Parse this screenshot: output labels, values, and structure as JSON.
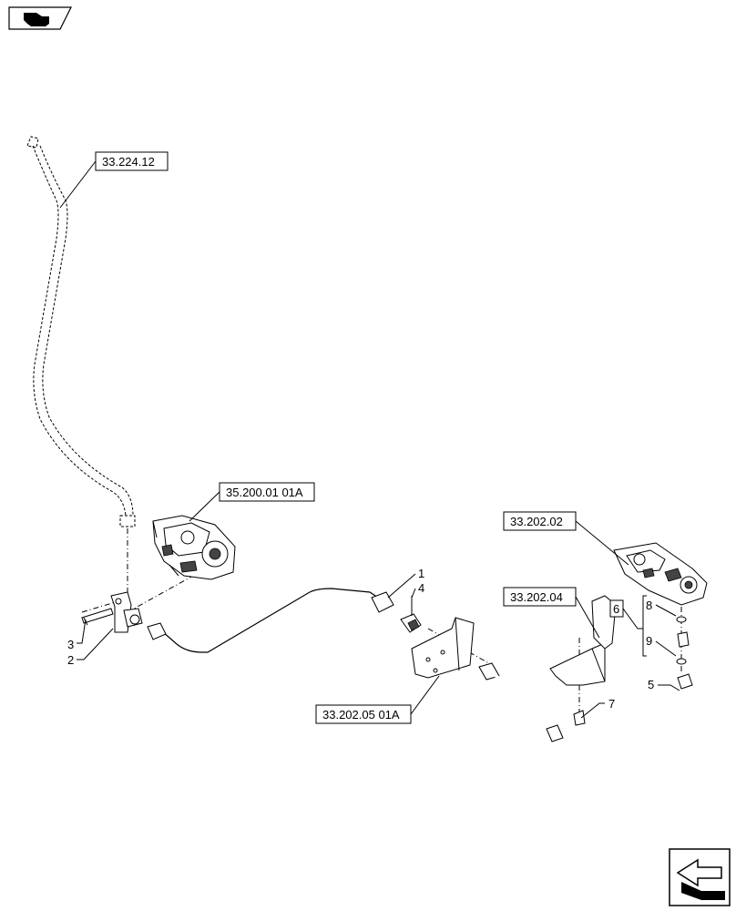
{
  "references": {
    "r1": "33.224.12",
    "r2": "35.200.01 01A",
    "r3": "33.202.02",
    "r4": "33.202.04",
    "r5": "33.202.05 01A"
  },
  "callouts": {
    "c1": "1",
    "c2": "2",
    "c3": "3",
    "c4": "4",
    "c5": "5",
    "c6": "6",
    "c7": "7",
    "c8": "8",
    "c9": "9"
  },
  "icons": {
    "top_left": "book-icon",
    "bottom_right": "back-arrow-icon"
  }
}
